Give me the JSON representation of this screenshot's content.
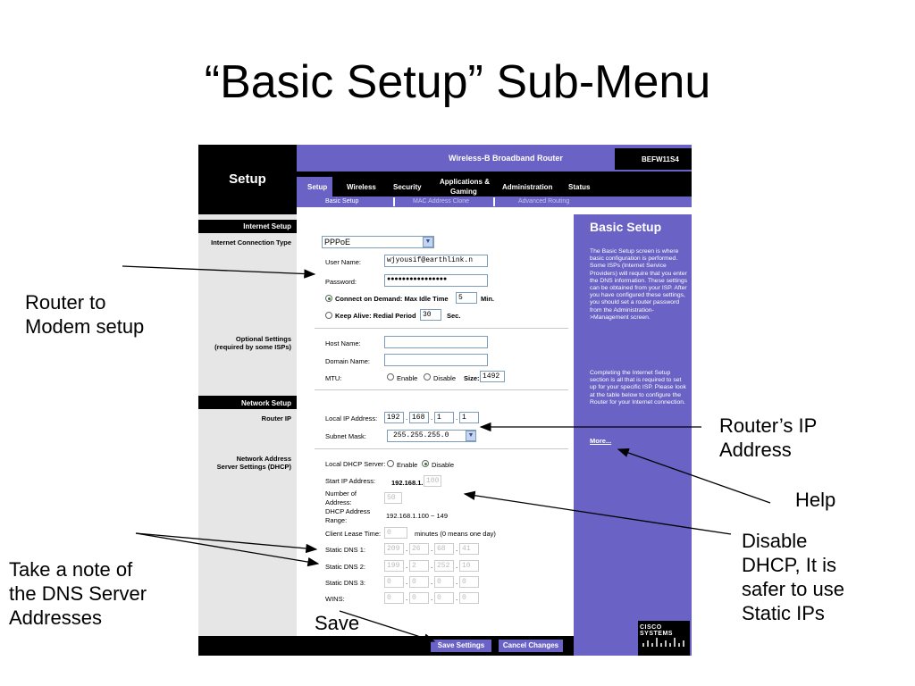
{
  "slide_title": "“Basic Setup” Sub-Menu",
  "router": {
    "page_title": "Setup",
    "product": "Wireless-B Broadband Router",
    "model": "BEFW11S4",
    "tabs": [
      "Setup",
      "Wireless",
      "Security",
      "Applications &",
      "Gaming",
      "Administration",
      "Status"
    ],
    "subtabs": [
      "Basic Setup",
      "MAC Address Clone",
      "Advanced Routing"
    ],
    "sections": {
      "internet_setup": "Internet Setup",
      "connection_type_label": "Internet Connection Type",
      "optional_settings_1": "Optional Settings",
      "optional_settings_2": "(required by some ISPs)",
      "network_setup": "Network Setup",
      "router_ip": "Router IP",
      "nas_1": "Network Address",
      "nas_2": "Server Settings (DHCP)"
    },
    "internet": {
      "connection_type": "PPPoE",
      "user_name_label": "User Name:",
      "user_name": "wjyousif@earthlink.n",
      "password_label": "Password:",
      "password": "●●●●●●●●●●●●●●●●",
      "connect_on_demand": "Connect on Demand: Max Idle Time",
      "idle_time": "5",
      "idle_unit": "Min.",
      "keep_alive": "Keep Alive: Redial Period",
      "redial_period": "30",
      "redial_unit": "Sec.",
      "connect_on_demand_selected": true
    },
    "optional": {
      "host_name_label": "Host Name:",
      "host_name": "",
      "domain_name_label": "Domain Name:",
      "domain_name": "",
      "mtu_label": "MTU:",
      "enable": "Enable",
      "disable": "Disable",
      "size_label": "Size:",
      "mtu_size": "1492"
    },
    "network": {
      "local_ip_label": "Local IP Address:",
      "ip": [
        "192",
        "168",
        "1",
        "1"
      ],
      "subnet_label": "Subnet Mask:",
      "subnet": "255.255.255.0"
    },
    "dhcp": {
      "server_label": "Local DHCP Server:",
      "enable": "Enable",
      "disable": "Disable",
      "start_ip_label": "Start IP Address:",
      "start_ip_prefix": "192.168.1.",
      "start_ip_last": "100",
      "number_label_1": "Number  of",
      "number_label_2": "Address:",
      "number": "50",
      "range_label_1": "DHCP  Address",
      "range_label_2": "Range:",
      "range": "192.168.1.100 ~ 149",
      "lease_label": "Client Lease Time:",
      "lease": "0",
      "lease_note": "minutes (0 means one day)",
      "dns1_label": "Static DNS 1:",
      "dns1": [
        "209",
        "26",
        "68",
        "41"
      ],
      "dns2_label": "Static DNS 2:",
      "dns2": [
        "199",
        "2",
        "252",
        "10"
      ],
      "dns3_label": "Static DNS 3:",
      "dns3": [
        "0",
        "0",
        "0",
        "0"
      ],
      "wins_label": "WINS:",
      "wins": [
        "0",
        "0",
        "0",
        "0"
      ]
    },
    "help": {
      "title": "Basic Setup",
      "para1": "The Basic Setup screen is where basic configuration is performed. Some ISPs (Internet Service Providers) will require that you enter the DNS information. These settings can be obtained from your ISP. After you have configured these settings, you should set a router password from the Administration->Management screen.",
      "para2": "Completing the Internet Setup section is all that is required to set up for your specific ISP. Please look at the table below to configure the Router for your Internet connection.",
      "more": "More..."
    },
    "buttons": {
      "save": "Save Settings",
      "cancel": "Cancel Changes"
    },
    "brand": "Cisco Systems"
  },
  "annotations": {
    "router_modem_1": "Router to",
    "router_modem_2": "Modem setup",
    "router_ip_1": "Router’s IP",
    "router_ip_2": "Address",
    "help": "Help",
    "disable_1": "Disable",
    "disable_2": "DHCP, It is",
    "disable_3": "safer to use",
    "disable_4": "Static IPs",
    "dns_1": "Take a note of",
    "dns_2": "the DNS Server",
    "dns_3": "Addresses",
    "save": "Save"
  }
}
